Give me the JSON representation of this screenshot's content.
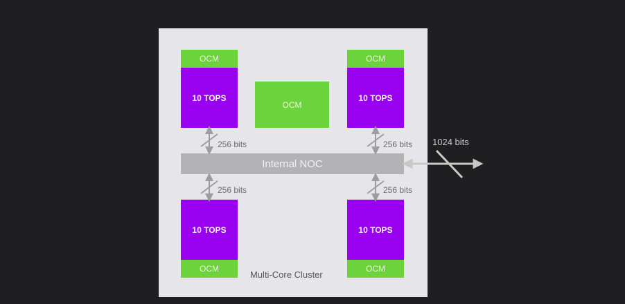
{
  "diagram": {
    "cluster_label": "Multi-Core Cluster",
    "noc_label": "Internal NOC",
    "center_ocm_label": "OCM",
    "cores": [
      {
        "position": "top-left",
        "compute_label": "10 TOPS",
        "memory_label": "OCM",
        "link_label": "256 bits"
      },
      {
        "position": "top-right",
        "compute_label": "10 TOPS",
        "memory_label": "OCM",
        "link_label": "256 bits"
      },
      {
        "position": "bottom-left",
        "compute_label": "10 TOPS",
        "memory_label": "OCM",
        "link_label": "256 bits"
      },
      {
        "position": "bottom-right",
        "compute_label": "10 TOPS",
        "memory_label": "OCM",
        "link_label": "256 bits"
      }
    ],
    "external_link_label": "1024 bits",
    "colors": {
      "compute": "#9a00f0",
      "memory": "#6bd33c",
      "noc": "#b3b3b5",
      "background": "#1f1f21",
      "panel": "#e6e6ea"
    }
  }
}
